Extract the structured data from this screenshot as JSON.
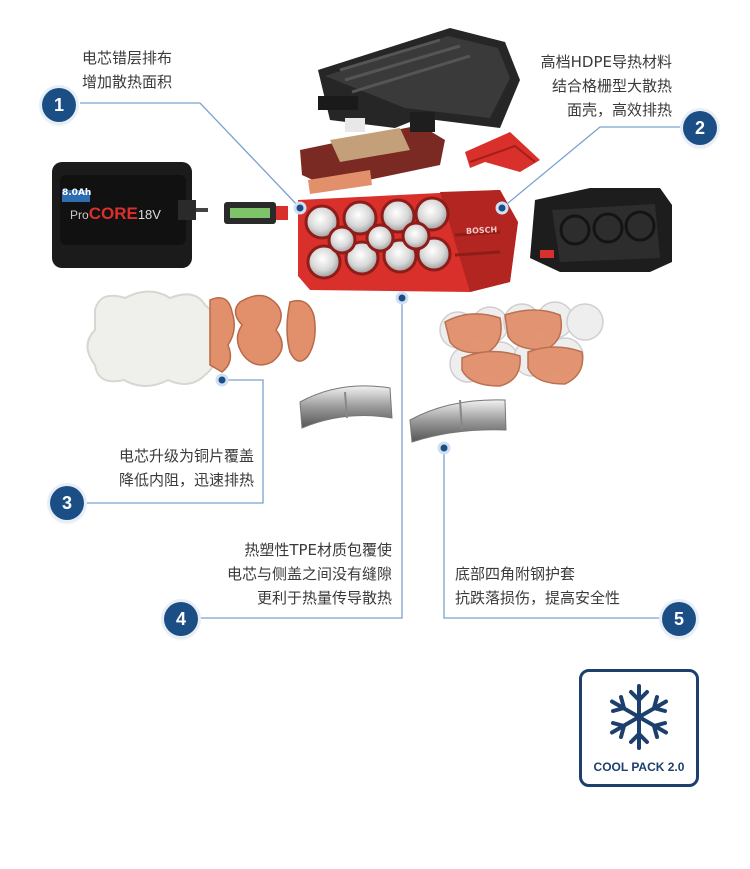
{
  "callouts": [
    {
      "num": "1",
      "lines": [
        "电芯错层排布",
        "增加散热面积"
      ]
    },
    {
      "num": "2",
      "lines": [
        "高档HDPE导热材料",
        "结合格栅型大散热",
        "面壳，高效排热"
      ]
    },
    {
      "num": "3",
      "lines": [
        "电芯升级为铜片覆盖",
        "降低内阻，迅速排热"
      ]
    },
    {
      "num": "4",
      "lines": [
        "热塑性TPE材质包覆使",
        "电芯与侧盖之间没有缝隙",
        "更利于热量传导散热"
      ]
    },
    {
      "num": "5",
      "lines": [
        "底部四角附钢护套",
        "抗跌落损伤，提高安全性"
      ]
    }
  ],
  "battery": {
    "capacity": "8.0Ah",
    "brand_pro": "Pro",
    "brand_core": "CORE",
    "voltage": "18V",
    "cell_brand": "BOSCH"
  },
  "badge": {
    "text": "COOL PACK 2.0",
    "icon": "snowflake-icon"
  },
  "colors": {
    "accent": "#1c4e86",
    "battery_red": "#d9302b",
    "copper": "#e2906c",
    "badge_border": "#1c3f6e"
  }
}
